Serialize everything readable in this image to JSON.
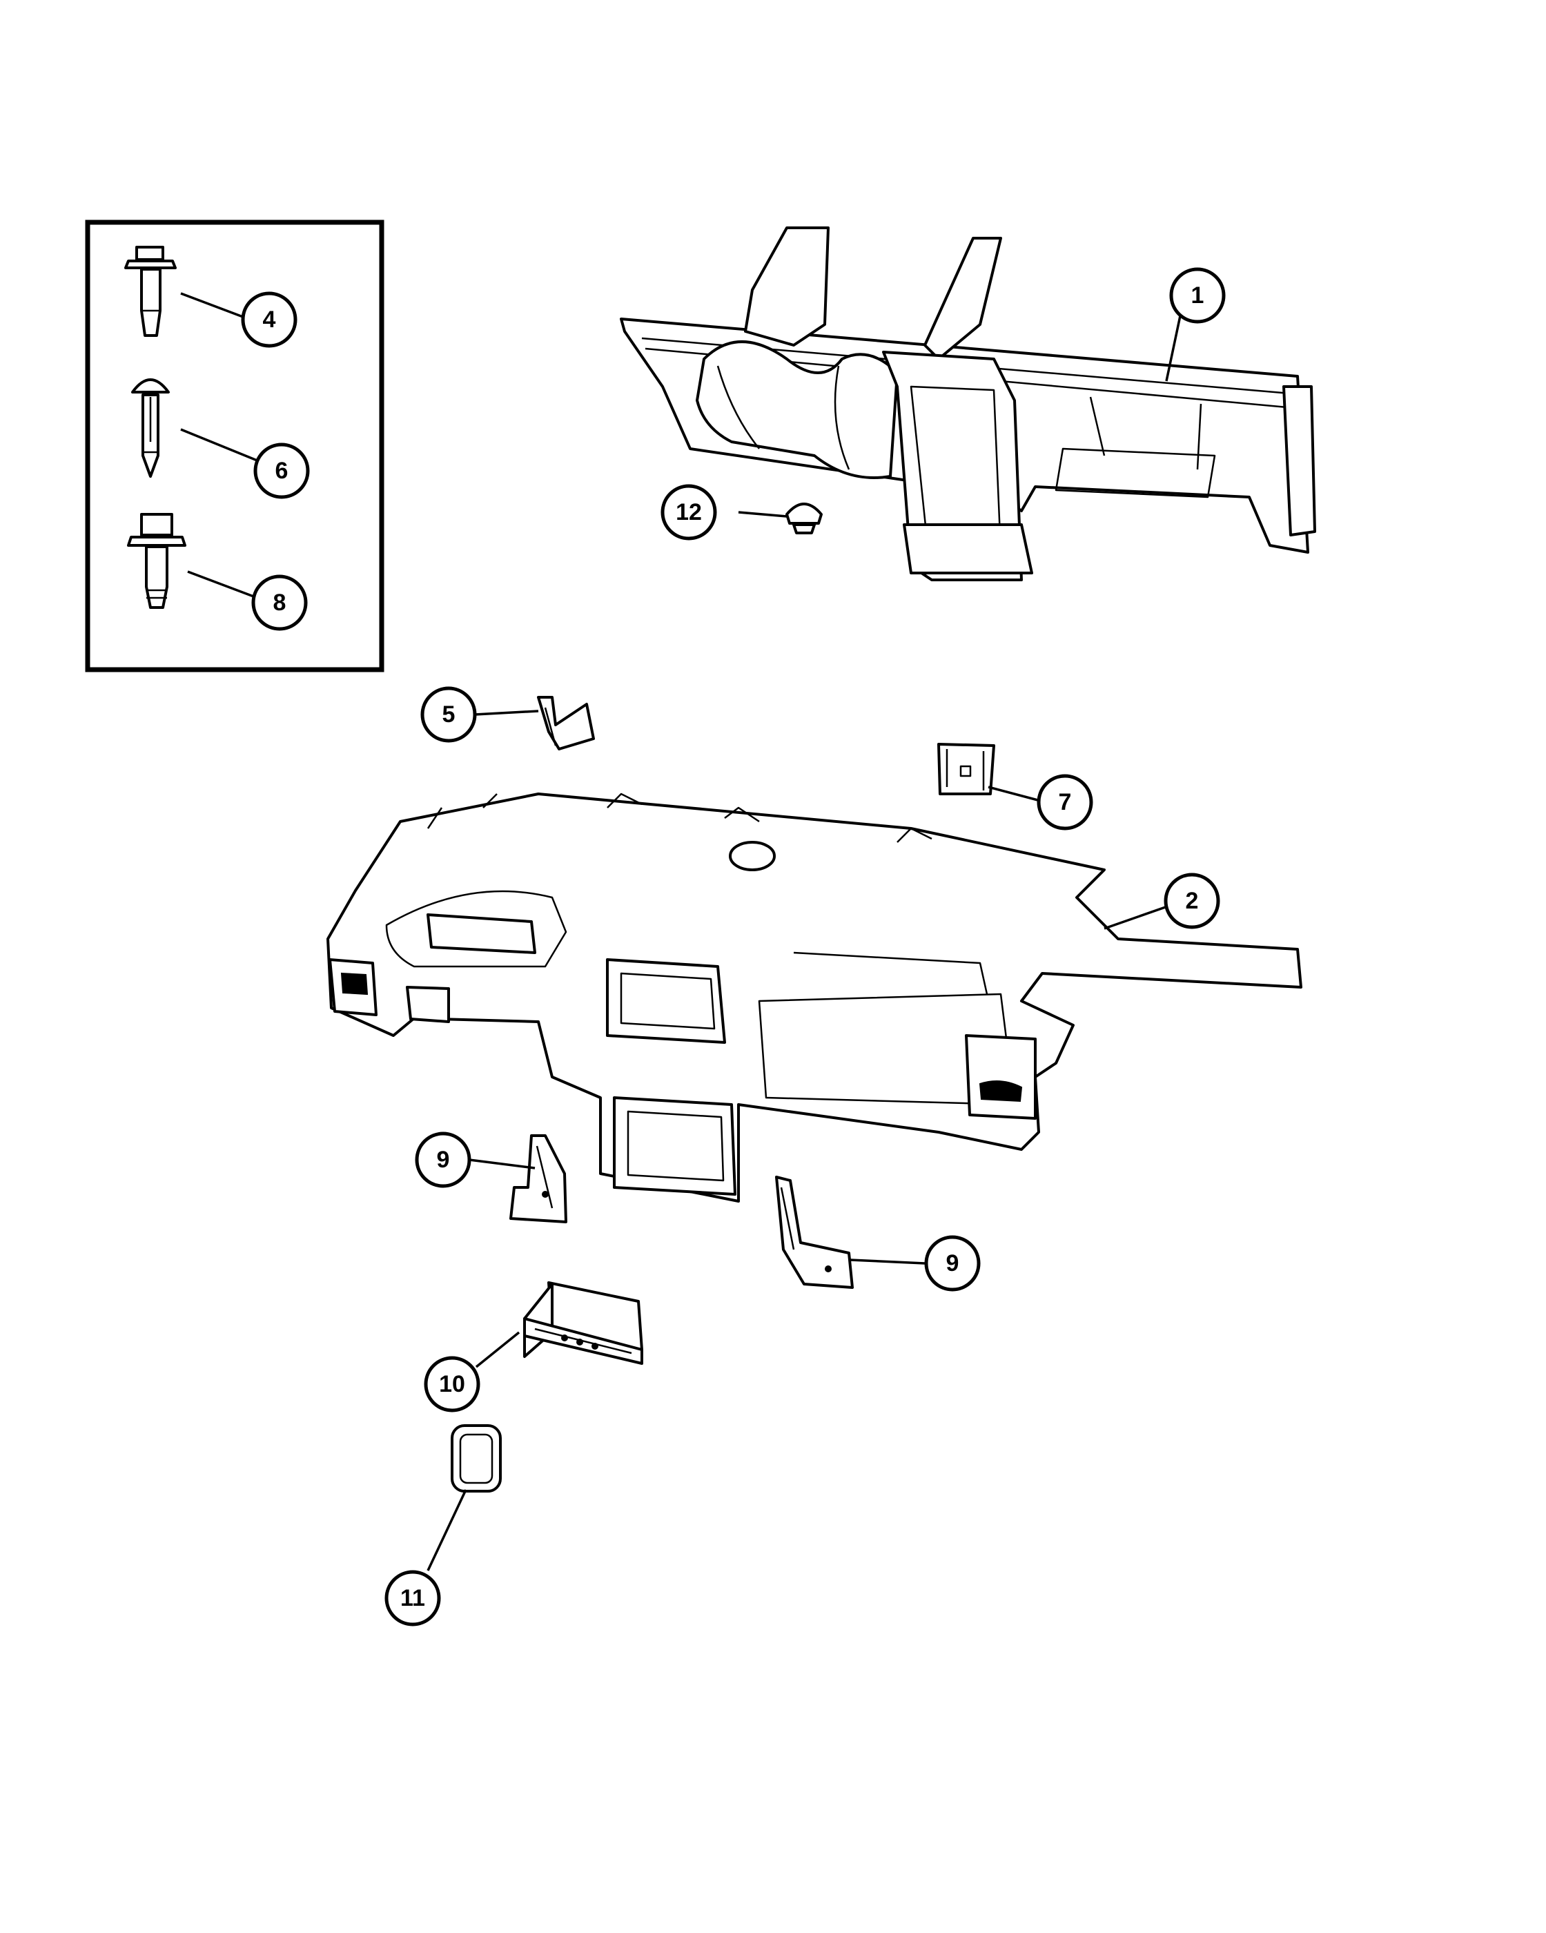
{
  "callouts": [
    {
      "id": "callout-1",
      "label": "1"
    },
    {
      "id": "callout-2",
      "label": "2"
    },
    {
      "id": "callout-4",
      "label": "4"
    },
    {
      "id": "callout-5",
      "label": "5"
    },
    {
      "id": "callout-6",
      "label": "6"
    },
    {
      "id": "callout-7",
      "label": "7"
    },
    {
      "id": "callout-8",
      "label": "8"
    },
    {
      "id": "callout-9a",
      "label": "9"
    },
    {
      "id": "callout-9b",
      "label": "9"
    },
    {
      "id": "callout-10",
      "label": "10"
    },
    {
      "id": "callout-11",
      "label": "11"
    },
    {
      "id": "callout-12",
      "label": "12"
    }
  ]
}
